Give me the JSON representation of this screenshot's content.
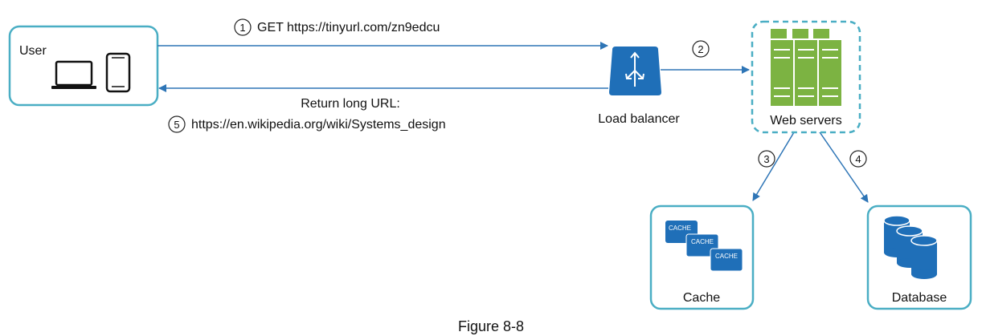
{
  "nodes": {
    "user": {
      "label": "User"
    },
    "load_balancer": {
      "label": "Load balancer"
    },
    "web_servers": {
      "label": "Web servers"
    },
    "cache": {
      "label": "Cache",
      "tile_text": "CACHE"
    },
    "database": {
      "label": "Database"
    }
  },
  "steps": [
    {
      "num": "1",
      "text": "GET https://tinyurl.com/zn9edcu"
    },
    {
      "num": "2",
      "text": ""
    },
    {
      "num": "3",
      "text": ""
    },
    {
      "num": "4",
      "text": ""
    },
    {
      "num": "5",
      "text": "https://en.wikipedia.org/wiki/Systems_design",
      "heading": "Return long URL:"
    }
  ],
  "caption": "Figure 8-8",
  "colors": {
    "box_border": "#4aaec4",
    "arrow": "#2e75b6",
    "lb_fill": "#1f6fb8",
    "server_fill": "#7cb342",
    "cache_fill": "#1f6fb8",
    "db_fill": "#1f6fb8"
  }
}
